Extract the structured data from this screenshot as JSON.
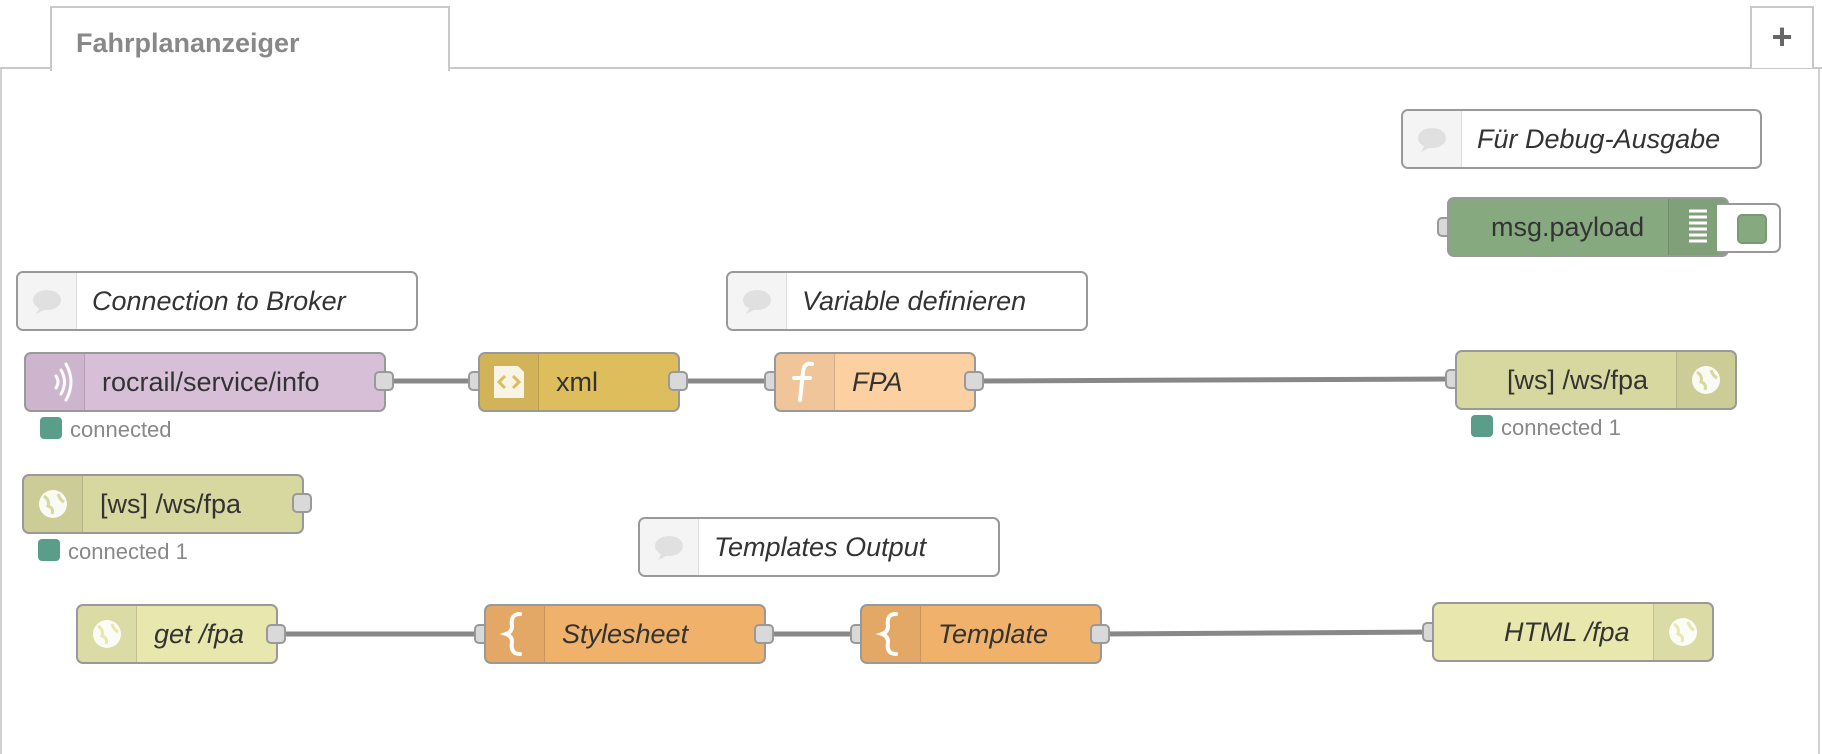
{
  "tabs": [
    {
      "label": "Fahrplananzeiger"
    }
  ],
  "add_tab_label": "+",
  "colors": {
    "mqtt": "#d8bfd8",
    "xml": "#debd5c",
    "function": "#fdd0a2",
    "template": "#f0b26b",
    "websocket": "#d7d7a0",
    "http": "#e7e7ae",
    "debug": "#87a980",
    "status_connected": "#5a9e8a"
  },
  "comments": {
    "debug": "Für Debug-Ausgabe",
    "broker": "Connection to Broker",
    "variable": "Variable definieren",
    "templates": "Templates Output"
  },
  "nodes": {
    "debug": {
      "label": "msg.payload",
      "icon": "list-icon"
    },
    "mqtt_in": {
      "label": "rocrail/service/info",
      "icon": "mqtt-icon",
      "status": "connected"
    },
    "xml": {
      "label": "xml",
      "icon": "xml-icon"
    },
    "function": {
      "label": "FPA",
      "icon": "function-icon"
    },
    "ws_out": {
      "label": "[ws] /ws/fpa",
      "icon": "globe-icon",
      "status": "connected 1"
    },
    "ws_in": {
      "label": "[ws] /ws/fpa",
      "icon": "globe-icon",
      "status": "connected 1"
    },
    "http_in": {
      "label": "get /fpa",
      "icon": "globe-icon"
    },
    "stylesheet": {
      "label": "Stylesheet",
      "icon": "template-icon"
    },
    "template": {
      "label": "Template",
      "icon": "template-icon"
    },
    "http_response": {
      "label": "HTML /fpa",
      "icon": "globe-icon"
    }
  }
}
